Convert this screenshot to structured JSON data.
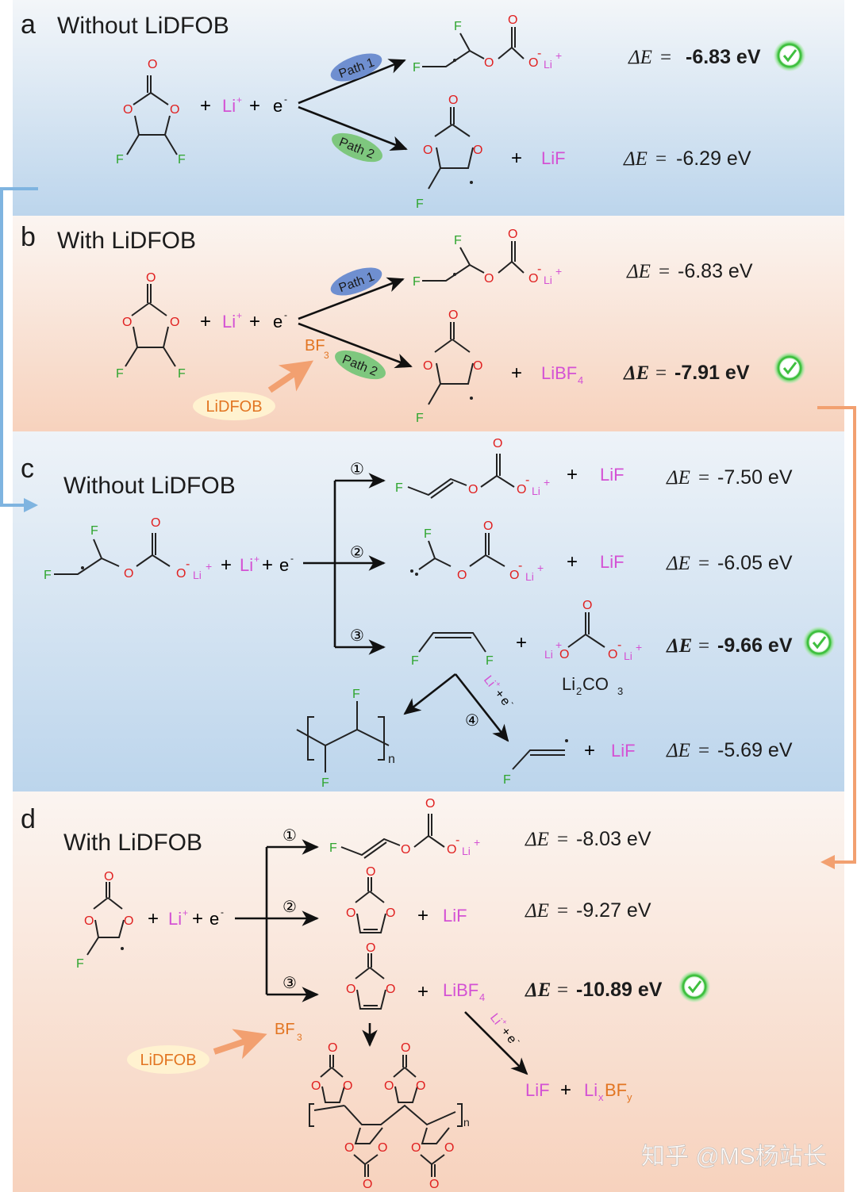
{
  "panels": {
    "a": {
      "letter": "a",
      "title": "Without LiDFOB"
    },
    "b": {
      "letter": "b",
      "title": "With LiDFOB"
    },
    "c": {
      "letter": "c",
      "title": "Without LiDFOB"
    },
    "d": {
      "letter": "d",
      "title": "With LiDFOB"
    }
  },
  "reagents": {
    "plus": "+",
    "li": "Li",
    "li_sup": "+",
    "e": "e",
    "e_sup": "-"
  },
  "paths": {
    "path1": "Path 1",
    "path2": "Path 2"
  },
  "step_labels": [
    "①",
    "②",
    "③",
    "④"
  ],
  "atoms": {
    "O": "O",
    "F": "F",
    "Li": "Li",
    "Li_sup": "+",
    "O_sup": "-",
    "n": "n"
  },
  "species": {
    "LiF": "LiF",
    "LiBF": "LiBF",
    "LiBF_sub": "4",
    "BF": "BF",
    "BF_sub": "3",
    "LiDFOB": "LiDFOB",
    "Li2CO3_a": "Li",
    "Li2CO3_sub": "2",
    "Li2CO3_b": "CO",
    "Li2CO3_sub2": "3",
    "LixBFy_a": "Li",
    "LixBFy_x": "x",
    "LixBFy_b": "BF",
    "LixBFy_y": "y"
  },
  "energies": {
    "delta": "ΔE",
    "eq": "=",
    "a1": "-6.83 eV",
    "a2": "-6.29 eV",
    "b1": "-6.83 eV",
    "b2": "-7.91 eV",
    "c1": "-7.50 eV",
    "c2": "-6.05 eV",
    "c3": "-9.66 eV",
    "c4": "-5.69 eV",
    "d1": "-8.03 eV",
    "d2": "-9.27 eV",
    "d3": "-10.89 eV"
  },
  "watermark": "知乎 @MS杨站长",
  "colors": {
    "blue_panel": "#c9def0",
    "peach_panel": "#f8d9c6",
    "check_green": "#3fbf3f",
    "li_pink": "#d452d4",
    "f_green": "#2fa52f",
    "o_red": "#e02020",
    "orange_arrow": "#f2a070"
  }
}
